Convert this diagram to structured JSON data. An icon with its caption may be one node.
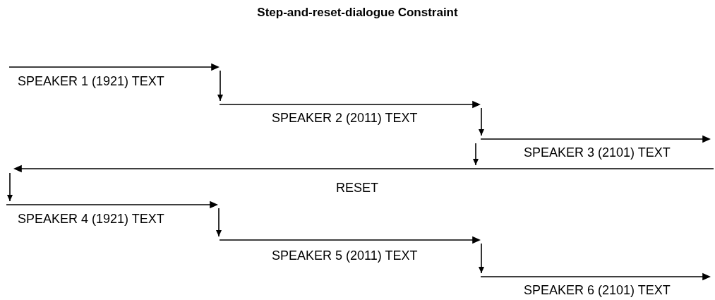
{
  "diagram": {
    "title": "Step-and-reset-dialogue Constraint",
    "nodes": [
      {
        "text": [
          "SPEAKER 1 (1921) TEXT"
        ]
      },
      {
        "text": [
          "SPEAKER 2 (2011) TEXT"
        ]
      },
      {
        "text": [
          "SPEAKER 3 (2101) TEXT"
        ]
      },
      {
        "text": [
          "RESET"
        ]
      },
      {
        "text": [
          "SPEAKER 4 (1921) TEXT"
        ]
      },
      {
        "text": [
          "SPEAKER 5 (2011) TEXT"
        ]
      },
      {
        "text": [
          "SPEAKER 6 (2101) TEXT"
        ]
      }
    ],
    "edges": [
      {
        "from": 0,
        "to": 1,
        "arrow": "to"
      },
      {
        "from": 1,
        "to": 2,
        "arrow": "to"
      },
      {
        "from": 2,
        "to": 3,
        "arrow": "to"
      },
      {
        "from": 3,
        "to": 4,
        "arrow": "to"
      },
      {
        "from": 4,
        "to": 5,
        "arrow": "to"
      },
      {
        "from": 5,
        "to": 6,
        "arrow": "to"
      }
    ]
  }
}
